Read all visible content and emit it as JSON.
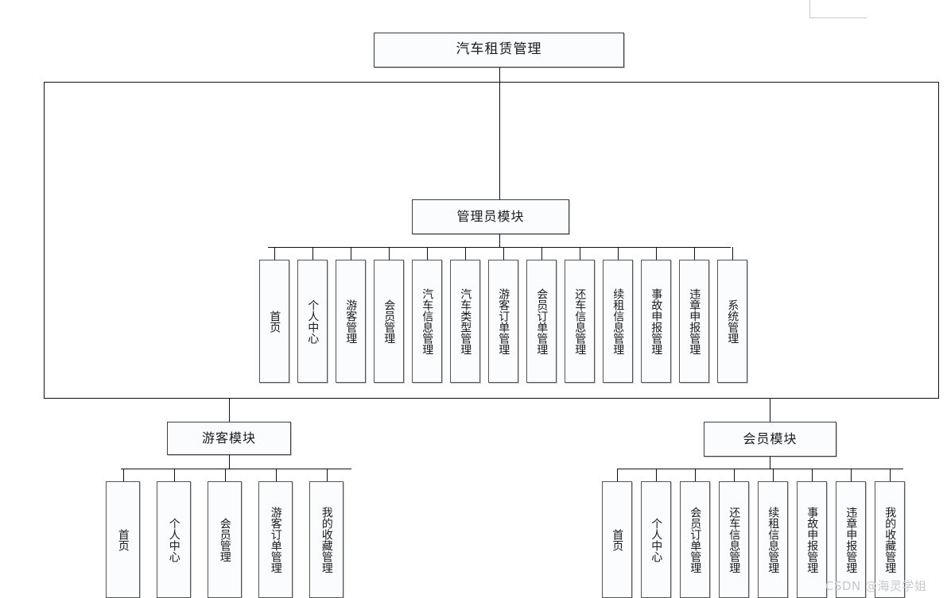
{
  "diagram": {
    "type": "tree",
    "title": "汽车租赁管理",
    "watermark": "CSDN @海灵学姐",
    "modules": [
      {
        "id": "admin",
        "label": "管理员模块",
        "children": [
          "首页",
          "个人中心",
          "游客管理",
          "会员管理",
          "汽车信息管理",
          "汽车类型管理",
          "游客订单管理",
          "会员订单管理",
          "还车信息管理",
          "续租信息管理",
          "事故申报管理",
          "违章申报管理",
          "系统管理"
        ]
      },
      {
        "id": "tourist",
        "label": "游客模块",
        "children": [
          "首页",
          "个人中心",
          "会员管理",
          "游客订单管理",
          "我的收藏管理"
        ]
      },
      {
        "id": "member",
        "label": "会员模块",
        "children": [
          "首页",
          "个人中心",
          "会员订单管理",
          "还车信息管理",
          "续租信息管理",
          "事故申报管理",
          "违章申报管理",
          "我的收藏管理"
        ]
      }
    ]
  },
  "colors": {
    "line": "#111111",
    "box_border": "#4a4a4a",
    "box_fill": "#fbfcfe",
    "text": "#1a1a1a",
    "watermark": "#c9c9c9"
  }
}
